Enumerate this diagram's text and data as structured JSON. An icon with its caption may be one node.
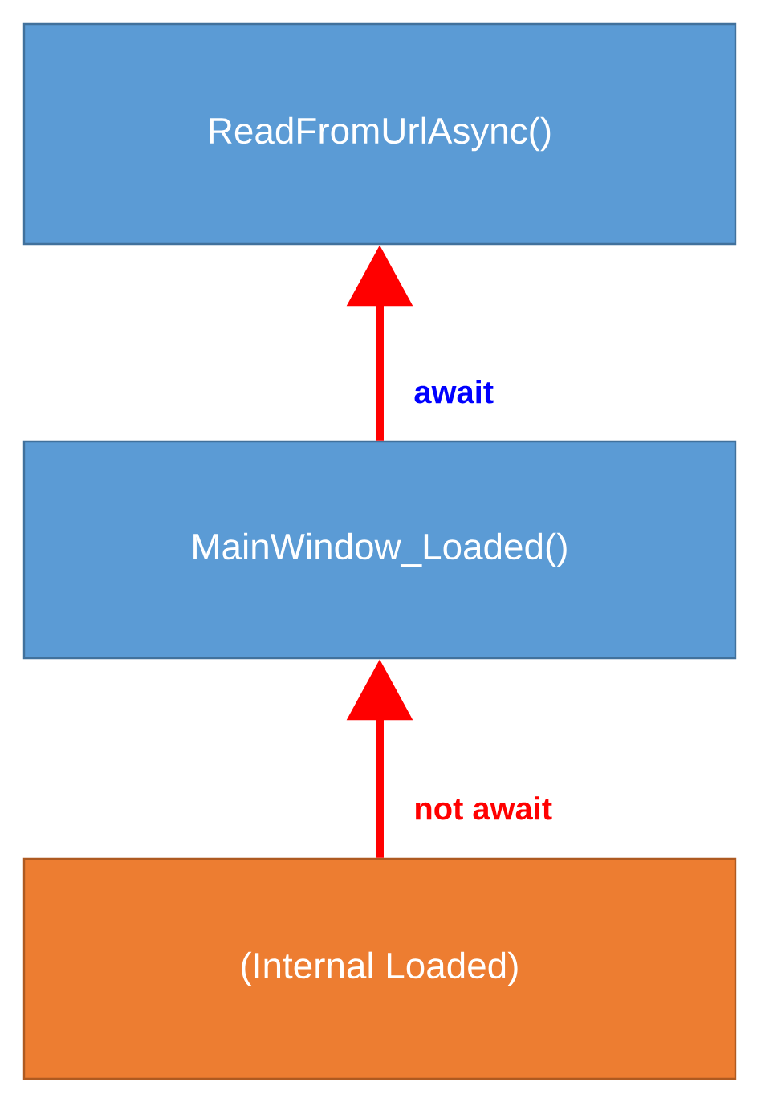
{
  "diagram": {
    "nodes": [
      {
        "text": [
          "ReadFromUrlAsync()"
        ]
      },
      {
        "text": [
          "MainWindow_Loaded()"
        ]
      },
      {
        "text": [
          "(Internal Loaded)"
        ]
      }
    ],
    "edges": [
      {
        "from": 1,
        "to": 0,
        "arrow": "to",
        "label": "await"
      },
      {
        "from": 2,
        "to": 1,
        "arrow": "to",
        "label": "not await"
      }
    ]
  }
}
